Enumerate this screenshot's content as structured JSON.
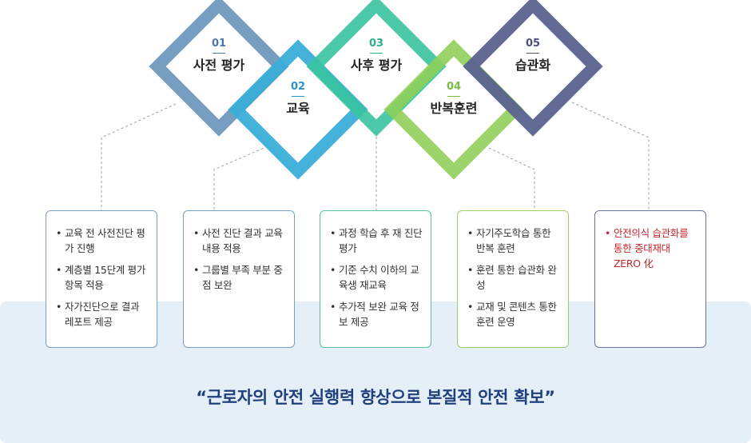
{
  "steps": [
    {
      "num": "01",
      "label": "사전 평가",
      "color": "#7098be"
    },
    {
      "num": "02",
      "label": "교육",
      "color": "#3aaed8"
    },
    {
      "num": "03",
      "label": "사후 평가",
      "color": "#39c39f"
    },
    {
      "num": "04",
      "label": "반복훈련",
      "color": "#8fcf5a"
    },
    {
      "num": "05",
      "label": "습관화",
      "color": "#5b6290"
    }
  ],
  "cards": [
    {
      "items": [
        "교육 전 사전진단 평가 진행",
        "계층별 15단계 평가항목 적용",
        "자가진단으로 결과 레포트 제공"
      ],
      "border": "#7a9fc4"
    },
    {
      "items": [
        "사전 진단 결과 교육내용 적용",
        "그룹별 부족 부분 중점 보완"
      ],
      "border": "#7a9fc4"
    },
    {
      "items": [
        "과정 학습 후 재 진단 평가",
        "기준 수치 이하의 교육생 재교육",
        "추가적 보완 교육 정보 제공"
      ],
      "border": "#5fbfa2"
    },
    {
      "items": [
        "자기주도학습 통한 반복 훈련",
        "훈련 통한 습관화 완성",
        "교재 및 콘텐츠 통한 훈련 운영"
      ],
      "border": "#9ccf6a"
    },
    {
      "items": [
        "안전의식 습관화를 통한 중대재대 ZERO 化"
      ],
      "border": "#6b73a6",
      "text_color": "#c6262b"
    }
  ],
  "slogan": "“근로자의 안전 실행력 향상으로 본질적 안전 확보”"
}
